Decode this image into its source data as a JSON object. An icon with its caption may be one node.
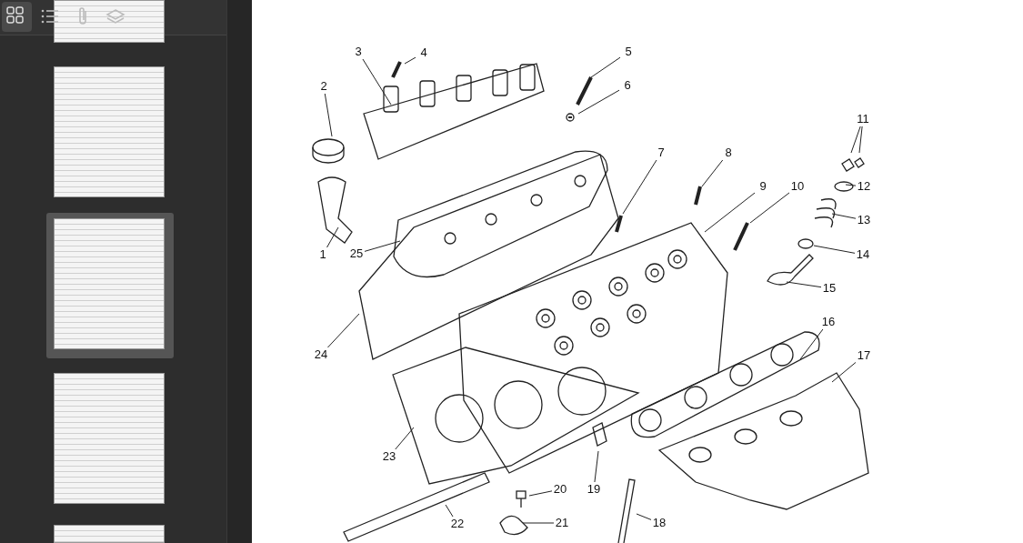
{
  "diagram": {
    "nodes": [
      {
        "text": [
          "1"
        ]
      },
      {
        "text": [
          "2"
        ]
      },
      {
        "text": [
          "3"
        ]
      },
      {
        "text": [
          "4"
        ]
      },
      {
        "text": [
          "5"
        ]
      },
      {
        "text": [
          "6"
        ]
      },
      {
        "text": [
          "7"
        ]
      },
      {
        "text": [
          "8"
        ]
      },
      {
        "text": [
          "9"
        ]
      },
      {
        "text": [
          "10"
        ]
      },
      {
        "text": [
          "11"
        ]
      },
      {
        "text": [
          "12"
        ]
      },
      {
        "text": [
          "13"
        ]
      },
      {
        "text": [
          "14"
        ]
      },
      {
        "text": [
          "15"
        ]
      },
      {
        "text": [
          "16"
        ]
      },
      {
        "text": [
          "17"
        ]
      },
      {
        "text": [
          "18"
        ]
      },
      {
        "text": [
          "19"
        ]
      },
      {
        "text": [
          "20"
        ]
      },
      {
        "text": [
          "21"
        ]
      },
      {
        "text": [
          "22"
        ]
      },
      {
        "text": [
          "23"
        ]
      },
      {
        "text": [
          "24"
        ]
      },
      {
        "text": [
          "25"
        ]
      }
    ],
    "edges": [
      {
        "from": 0,
        "to": null,
        "arrow": "none"
      },
      {
        "from": 1,
        "to": null,
        "arrow": "none"
      },
      {
        "from": 2,
        "to": null,
        "arrow": "none"
      },
      {
        "from": 3,
        "to": null,
        "arrow": "none"
      },
      {
        "from": 4,
        "to": null,
        "arrow": "none"
      },
      {
        "from": 5,
        "to": null,
        "arrow": "none"
      },
      {
        "from": 6,
        "to": null,
        "arrow": "none"
      },
      {
        "from": 7,
        "to": null,
        "arrow": "none"
      },
      {
        "from": 8,
        "to": null,
        "arrow": "none"
      },
      {
        "from": 9,
        "to": null,
        "arrow": "none"
      },
      {
        "from": 10,
        "to": null,
        "arrow": "none"
      },
      {
        "from": 10,
        "to": null,
        "arrow": "none"
      },
      {
        "from": 11,
        "to": null,
        "arrow": "none"
      },
      {
        "from": 12,
        "to": null,
        "arrow": "none"
      },
      {
        "from": 13,
        "to": null,
        "arrow": "none"
      },
      {
        "from": 14,
        "to": null,
        "arrow": "none"
      },
      {
        "from": 15,
        "to": null,
        "arrow": "none"
      },
      {
        "from": 16,
        "to": null,
        "arrow": "none"
      },
      {
        "from": 17,
        "to": null,
        "arrow": "none"
      },
      {
        "from": 18,
        "to": null,
        "arrow": "none"
      },
      {
        "from": 19,
        "to": null,
        "arrow": "none"
      },
      {
        "from": 20,
        "to": null,
        "arrow": "none"
      },
      {
        "from": 21,
        "to": null,
        "arrow": "none"
      },
      {
        "from": 22,
        "to": null,
        "arrow": "none"
      },
      {
        "from": 23,
        "to": null,
        "arrow": "none"
      },
      {
        "from": 24,
        "to": null,
        "arrow": "none"
      }
    ]
  }
}
